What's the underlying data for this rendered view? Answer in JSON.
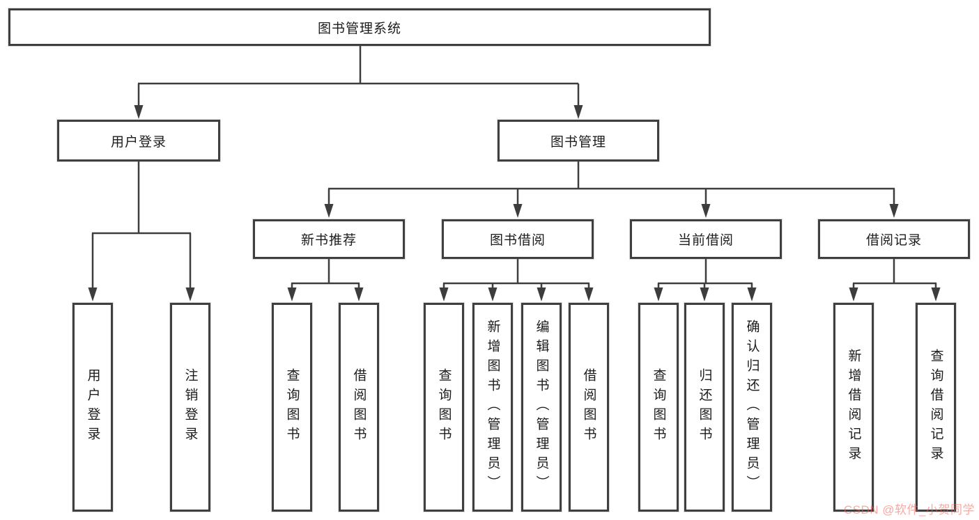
{
  "tree": {
    "label": "图书管理系统",
    "children": [
      {
        "label": "用户登录",
        "children": [
          {
            "label": "用户登录"
          },
          {
            "label": "注销登录"
          }
        ]
      },
      {
        "label": "图书管理",
        "children": [
          {
            "label": "新书推荐",
            "children": [
              {
                "label": "查询图书"
              },
              {
                "label": "借阅图书"
              }
            ]
          },
          {
            "label": "图书借阅",
            "children": [
              {
                "label": "查询图书"
              },
              {
                "label": "新增图书（管理员）"
              },
              {
                "label": "编辑图书（管理员）"
              },
              {
                "label": "借阅图书"
              }
            ]
          },
          {
            "label": "当前借阅",
            "children": [
              {
                "label": "查询图书"
              },
              {
                "label": "归还图书"
              },
              {
                "label": "确认归还（管理员）"
              }
            ]
          },
          {
            "label": "借阅记录",
            "children": [
              {
                "label": "新增借阅记录"
              },
              {
                "label": "查询借阅记录"
              }
            ]
          }
        ]
      }
    ]
  },
  "watermark": {
    "text": "CSDN @软件_小贺同学"
  },
  "colors": {
    "line": "#3d3d3d",
    "box_border": "#3f3f3f",
    "box_fill": "#ffffff",
    "text": "#1c1c1c",
    "watermark": "rgba(250,95,80,0.55)"
  }
}
